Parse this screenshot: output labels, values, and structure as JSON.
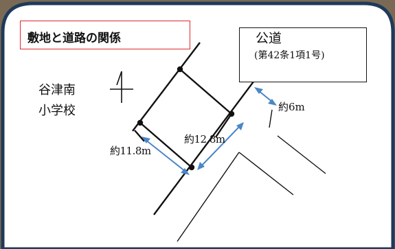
{
  "title": "敷地と道路の関係",
  "road_name": "公道",
  "road_clause": "(第42条1項1号)",
  "school_name_line1": "谷津南",
  "school_name_line2": "小学校",
  "dim_frontage": "約11.8m",
  "dim_site_width": "約12.8m",
  "dim_road_width": "約6m",
  "north_symbol": "north-arrow-icon"
}
